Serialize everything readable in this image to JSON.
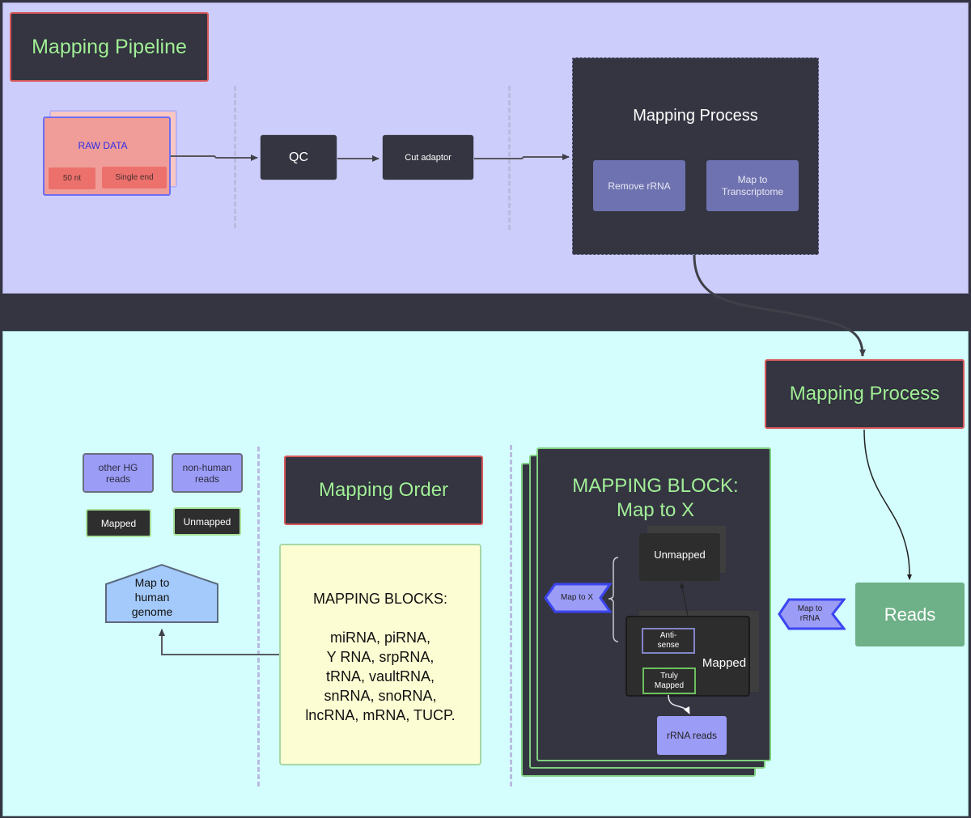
{
  "top_panel": {
    "title": "Mapping Pipeline",
    "raw_data": {
      "label": "RAW DATA",
      "tags": [
        "50 nt",
        "Single end"
      ]
    },
    "qc_label": "QC",
    "cut_adaptor_label": "Cut adaptor",
    "mapping_process": {
      "title": "Mapping Process",
      "steps": [
        "Remove rRNA",
        "Map to Transcriptome"
      ]
    }
  },
  "bottom_panel": {
    "mapping_process_title": "Mapping Process",
    "reads_label": "Reads",
    "map_to_rrna_label": "Map to rRNA",
    "legend": {
      "other_hg_reads": "other HG reads",
      "non_human_reads": "non-human reads",
      "mapped": "Mapped",
      "unmapped": "Unmapped"
    },
    "map_to_human_genome": "Map to human genome",
    "mapping_order_title": "Mapping Order",
    "mapping_blocks": {
      "heading": "MAPPING BLOCKS:",
      "lines": [
        "miRNA, piRNA,",
        "Y RNA, srpRNA,",
        "tRNA, vaultRNA,",
        "snRNA, snoRNA,",
        "lncRNA, mRNA, TUCP."
      ]
    },
    "mapping_block": {
      "title_line1": "MAPPING BLOCK:",
      "title_line2": "Map to X",
      "map_to_x_label": "Map to X",
      "unmapped_label": "Unmapped",
      "mapped_label": "Mapped",
      "antisense_label": "Anti-sense",
      "truly_mapped_label": "Truly Mapped",
      "rrna_reads_label": "rRNA reads"
    }
  },
  "colors": {
    "dark": "#343541",
    "title_green": "#a2ef97",
    "title_border_red": "#d9585a",
    "top_bg": "#cdcdfb",
    "bottom_bg": "#d4fdfd",
    "purple_step": "#6e72b0",
    "lavender_box": "#9b9cf6",
    "reads_green": "#6eb087",
    "raw_pink": "#f09d99",
    "raw_blue_text": "#2e2ee6",
    "yellow_note": "#fdfdd3",
    "light_blue_house": "#a3cafa"
  }
}
